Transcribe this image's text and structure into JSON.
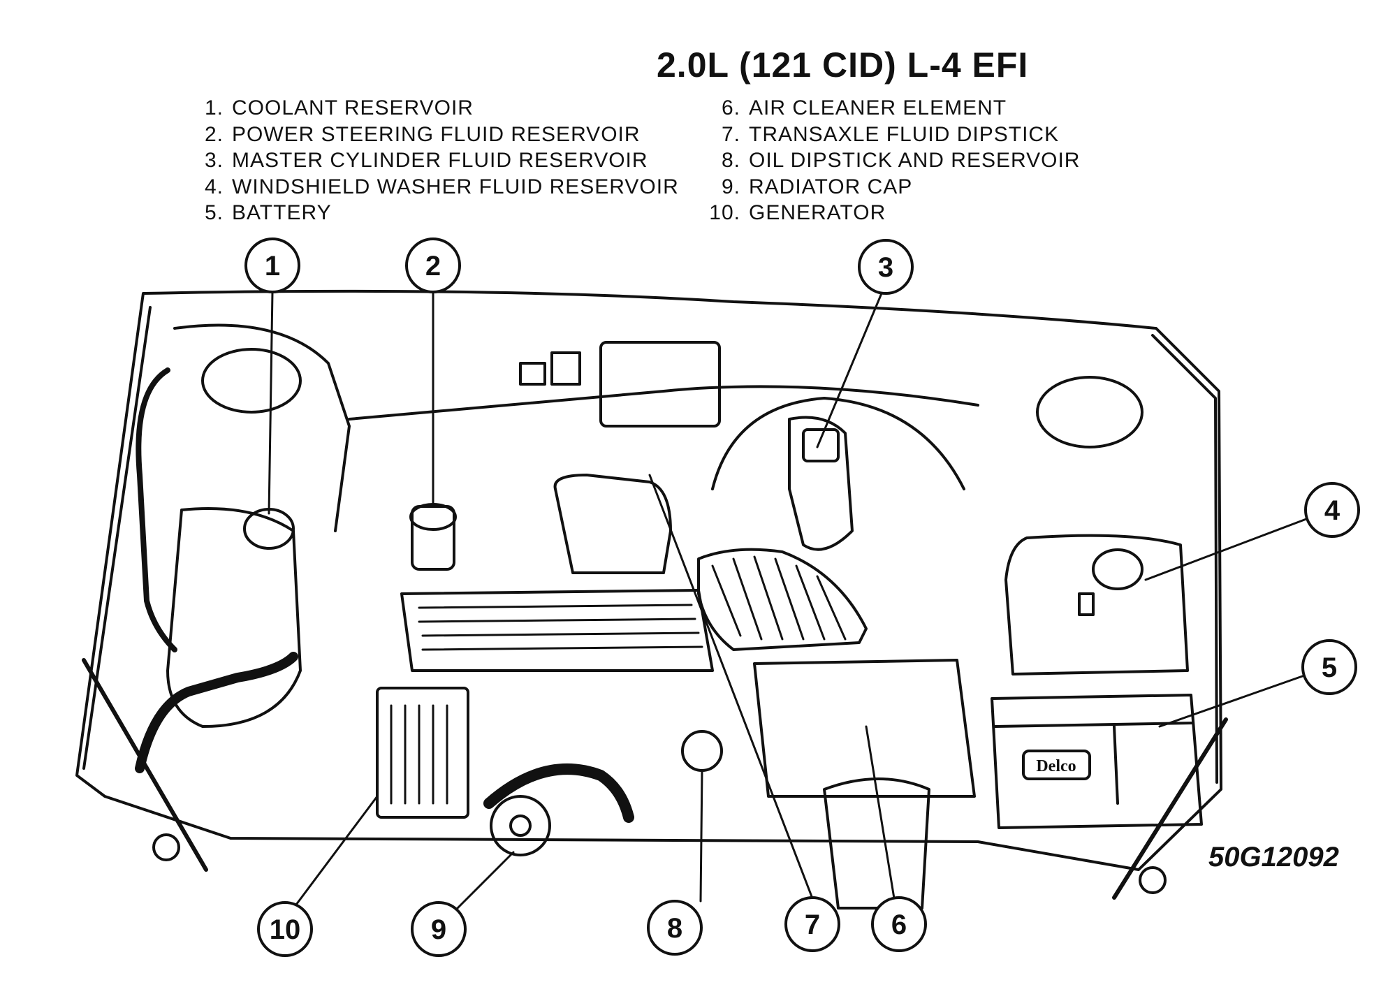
{
  "title": "2.0L (121 CID) L-4 EFI",
  "legend": {
    "left": [
      {
        "num": "1.",
        "label": "COOLANT RESERVOIR"
      },
      {
        "num": "2.",
        "label": "POWER STEERING FLUID RESERVOIR"
      },
      {
        "num": "3.",
        "label": "MASTER CYLINDER FLUID RESERVOIR"
      },
      {
        "num": "4.",
        "label": "WINDSHIELD WASHER FLUID RESERVOIR"
      },
      {
        "num": "5.",
        "label": "BATTERY"
      }
    ],
    "right": [
      {
        "num": "6.",
        "label": "AIR CLEANER ELEMENT"
      },
      {
        "num": "7.",
        "label": "TRANSAXLE FLUID DIPSTICK"
      },
      {
        "num": "8.",
        "label": "OIL DIPSTICK AND RESERVOIR"
      },
      {
        "num": "9.",
        "label": "RADIATOR CAP"
      },
      {
        "num": "10.",
        "label": "GENERATOR"
      }
    ]
  },
  "callouts": [
    "1",
    "2",
    "3",
    "4",
    "5",
    "6",
    "7",
    "8",
    "9",
    "10"
  ],
  "battery_brand": "Delco",
  "figure_number": "50G12092",
  "colors": {
    "ink": "#111111",
    "paper": "#ffffff"
  }
}
